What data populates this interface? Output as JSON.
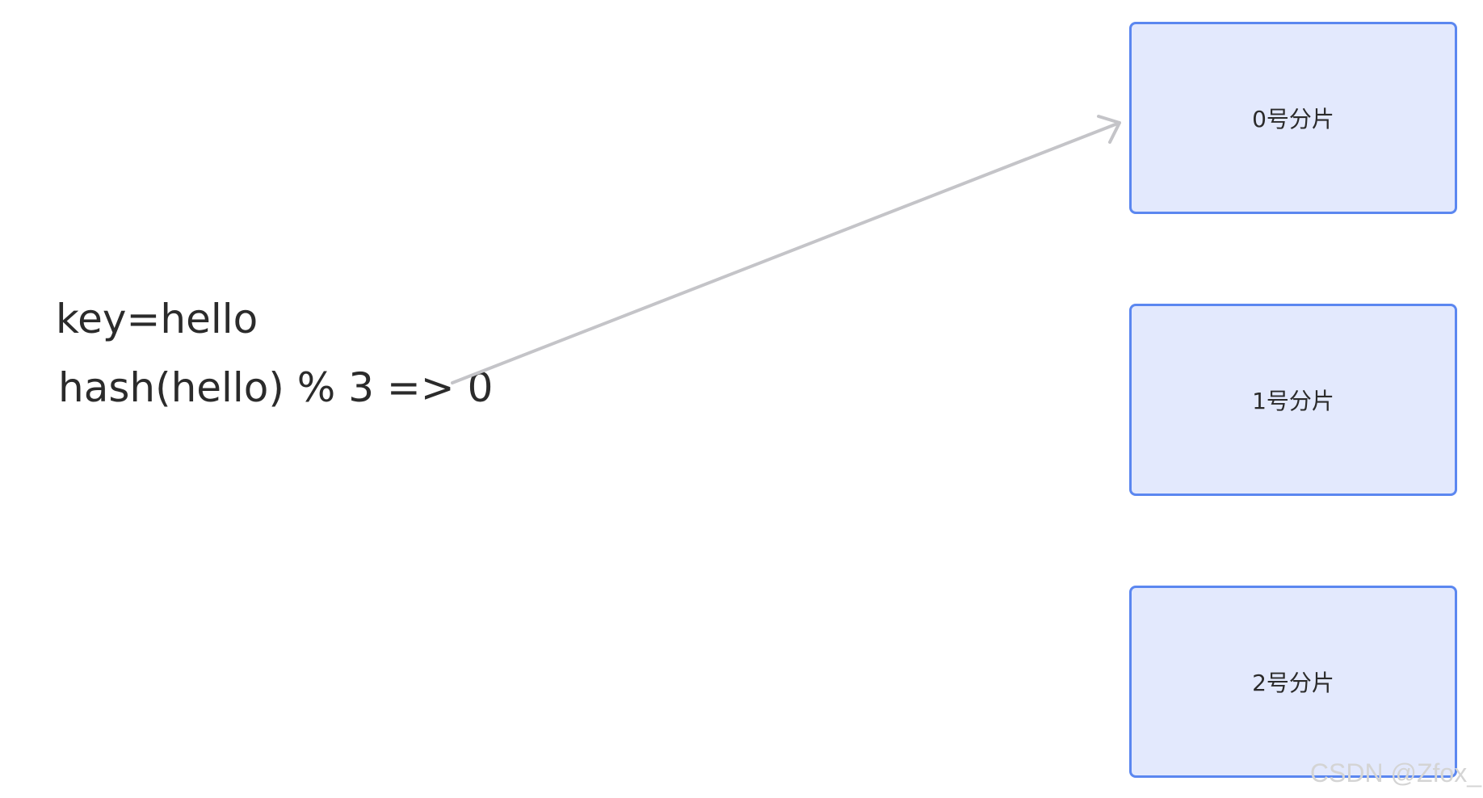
{
  "diagram": {
    "key_label": "key=hello",
    "hash_label": "hash(hello) % 3 => 0",
    "shards": [
      {
        "label": "0号分片"
      },
      {
        "label": "1号分片"
      },
      {
        "label": "2号分片"
      }
    ],
    "arrow": {
      "from": "hash_label",
      "to": "shard-0"
    },
    "colors": {
      "shard_border": "#5b87f0",
      "shard_fill": "#e3e9fd",
      "arrow": "#c4c4c8",
      "text": "#2b2b2b"
    }
  },
  "watermark": "CSDN @Zfox_"
}
